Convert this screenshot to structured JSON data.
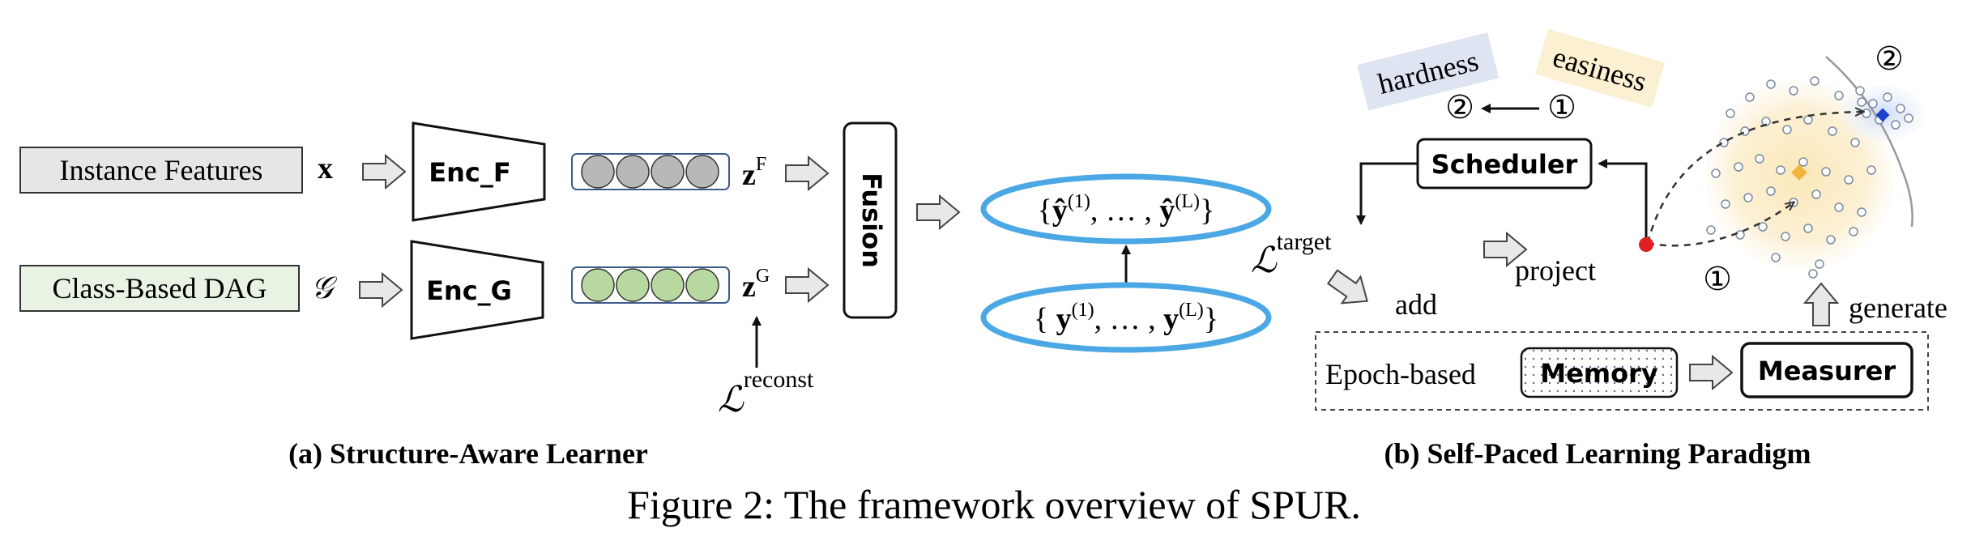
{
  "left": {
    "inputs": {
      "instance_features": "Instance Features",
      "x_symbol": "x",
      "class_dag": "Class-Based DAG",
      "g_symbol": "𝒢"
    },
    "encoders": {
      "enc_f": "Enc_F",
      "enc_g": "Enc_G"
    },
    "latents": {
      "zf_base": "z",
      "zf_sup": "F",
      "zg_base": "z",
      "zg_sup": "G"
    },
    "loss_reconst": {
      "base": "ℒ",
      "sup": "reconst"
    },
    "fusion": "Fusion",
    "pred_set": {
      "open": "{",
      "y": "ŷ",
      "sup1": "(1)",
      "dots": ", … , ",
      "supL": "(L)",
      "close": "}"
    },
    "true_set": {
      "open": "{ ",
      "y": "y",
      "sup1": "(1)",
      "dots": ", … , ",
      "supL": "(L)",
      "close": "}"
    },
    "caption": "(a) Structure-Aware Learner"
  },
  "right": {
    "hardness": "hardness",
    "easiness": "easiness",
    "circ1": "①",
    "circ2": "②",
    "scheduler": "Scheduler",
    "loss_target": {
      "base": "ℒ",
      "sup": "target"
    },
    "project": "project",
    "add": "add",
    "generate": "generate",
    "epoch_based": "Epoch-based",
    "memory": "Memory",
    "measurer": "Measurer",
    "caption": "(b) Self-Paced Learning Paradigm"
  },
  "figure_caption": "Figure 2: The framework overview of SPUR.",
  "colors": {
    "gray_node": "#b8b8b8",
    "green_node": "#b7d9a0",
    "ellipse_blue": "#4ba8e4",
    "hardness_bg": "#dfe4f3",
    "easiness_bg": "#fbf0d2",
    "green_box": "#e9f3e3",
    "gray_box": "#e6e6e6",
    "red_point": "#e02020",
    "orange_center": "#f1b53d",
    "blue_point": "#1f3fcf"
  }
}
